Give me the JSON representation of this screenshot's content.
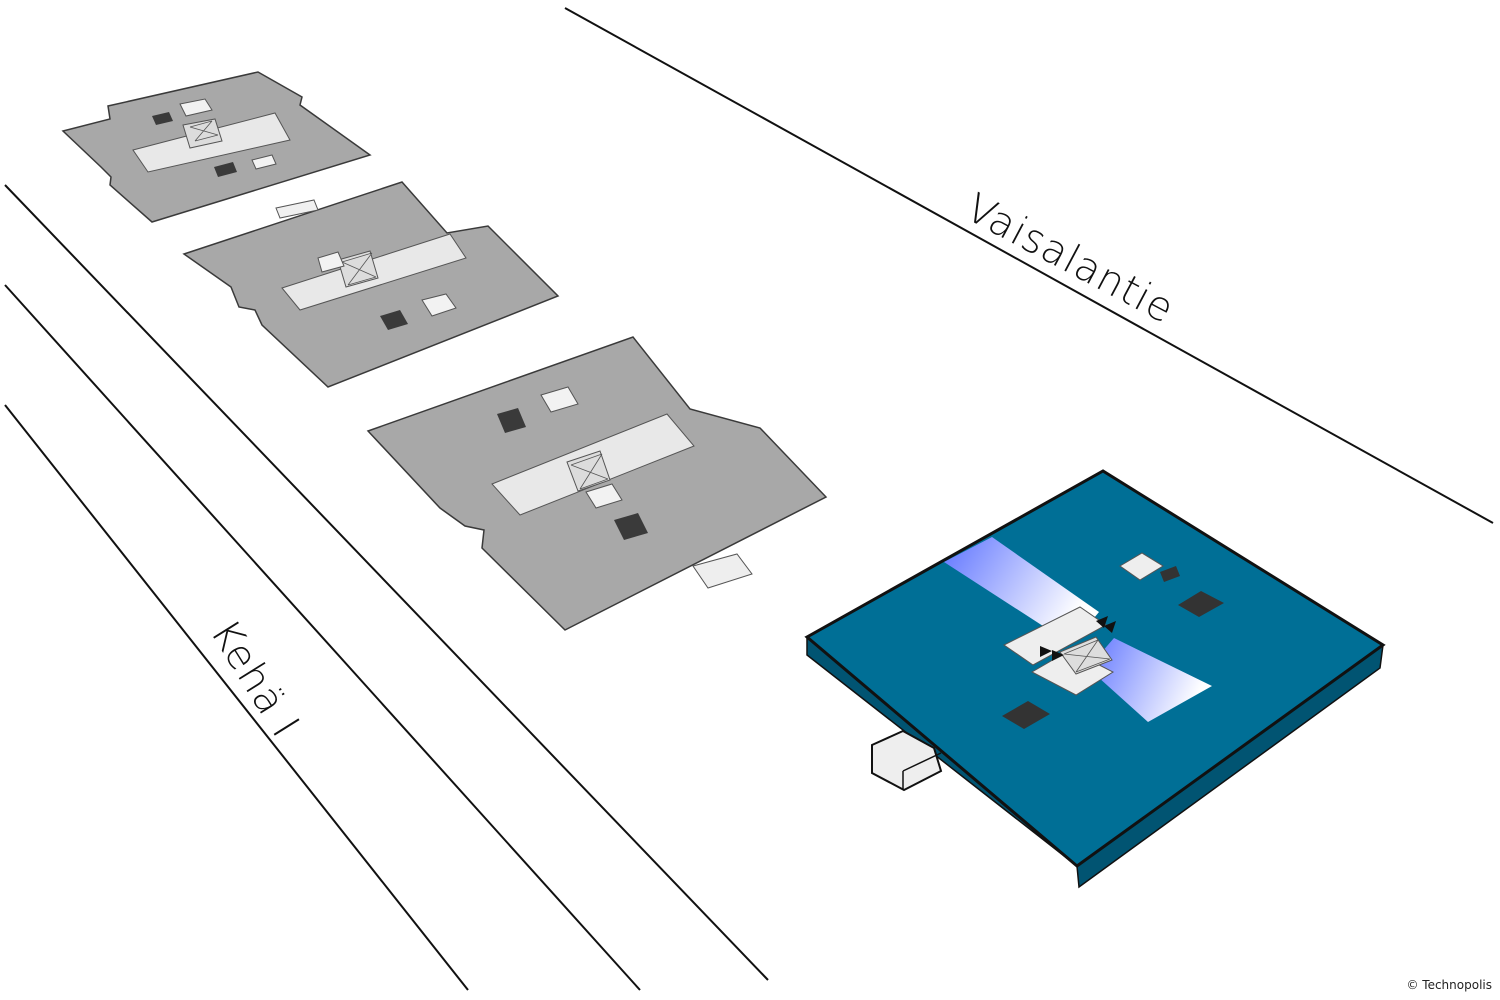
{
  "roads": [
    {
      "name": "Vaisalantie"
    },
    {
      "name": "Kehä I"
    }
  ],
  "copyright": "© Technopolis",
  "buildings": [
    {
      "id": "building-1",
      "highlighted": false
    },
    {
      "id": "building-2",
      "highlighted": false
    },
    {
      "id": "building-3",
      "highlighted": false
    },
    {
      "id": "building-4",
      "highlighted": true
    }
  ],
  "colors": {
    "highlight_building": "#006f96",
    "highlight_edge": "#015472",
    "other_buildings": "#a8a8a8",
    "corridor": "#e8e8e8",
    "highlight_path": "#5f74ff"
  }
}
